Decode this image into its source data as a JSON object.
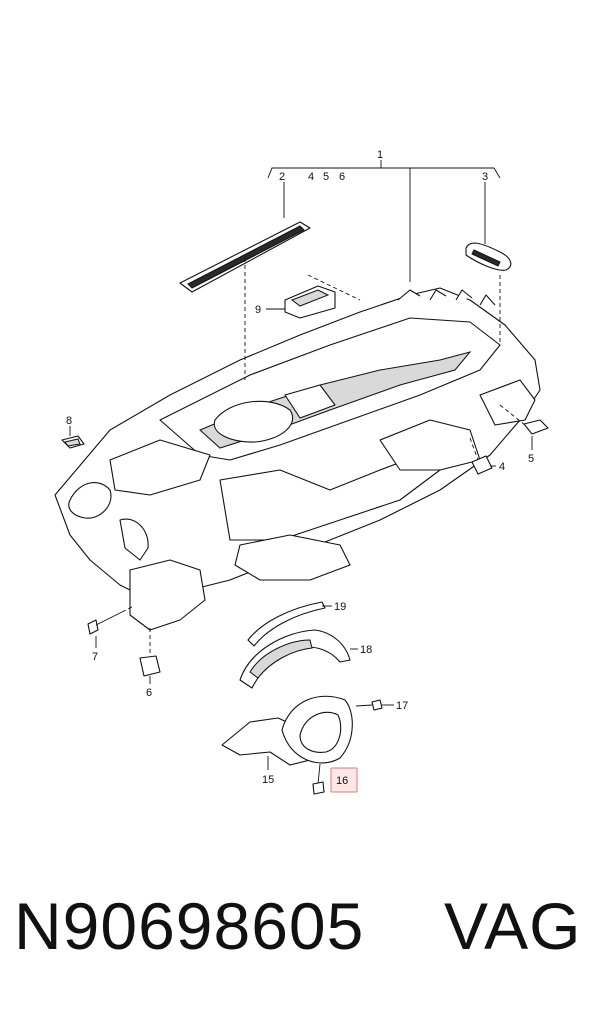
{
  "callouts": {
    "c1": "1",
    "c2": "2",
    "c3": "3",
    "c4a": "4",
    "c5a": "5",
    "c6a": "6",
    "c4b": "4",
    "c5b": "5",
    "c6b": "6",
    "c7": "7",
    "c8": "8",
    "c9": "9",
    "c15": "15",
    "c16": "16",
    "c17": "17",
    "c18": "18",
    "c19": "19"
  },
  "highlighted_callout": "16",
  "highlight_color": "#e07a7a",
  "footer": {
    "part_number": "N90698605",
    "brand": "VAG"
  }
}
